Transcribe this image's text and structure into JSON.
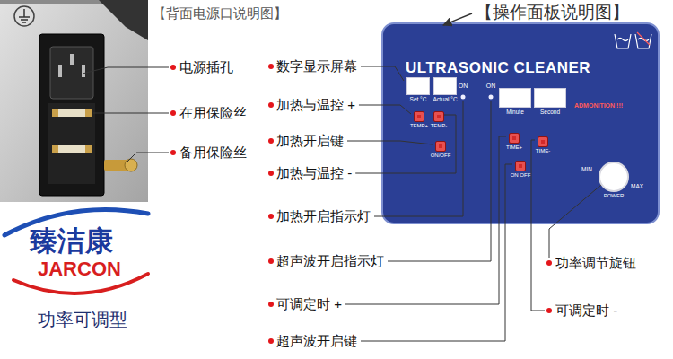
{
  "diagram": {
    "nodes": [
      {
        "text": [
          "ULTRASONIC CLEANER"
        ]
      },
      {
        "text": [
          "Set °C"
        ],
        "in": 0
      },
      {
        "text": [
          "Actual °C"
        ],
        "in": 0
      },
      {
        "text": [
          "Minute"
        ],
        "in": 0
      },
      {
        "text": [
          "Second"
        ],
        "in": 0
      },
      {
        "text": [
          "TEMP+"
        ],
        "in": 0
      },
      {
        "text": [
          "TEMP-"
        ],
        "in": 0
      },
      {
        "text": [
          "ON/OFF"
        ],
        "in": 0
      },
      {
        "text": [
          "TIME+"
        ],
        "in": 0
      },
      {
        "text": [
          "TIME-"
        ],
        "in": 0
      },
      {
        "text": [
          "ON OFF"
        ],
        "in": 0
      },
      {
        "text": [
          "POWER"
        ],
        "in": 0
      }
    ],
    "labels": [
      "【背面电源口说明图】",
      "【操作面板说明图】",
      "电源插孔",
      "在用保险丝",
      "备用保险丝",
      "数字显示屏幕",
      "加热与温控 +",
      "加热开启键",
      "加热与温控 -",
      "加热开启指示灯",
      "超声波开启指示灯",
      "可调定时 +",
      "超声波开启键",
      "功率调节旋钮",
      "可调定时 -",
      "ON",
      "ON",
      "MIN",
      "MAX",
      "ADMONITION !!!",
      "臻洁康",
      "JARCON",
      "功率可调型"
    ]
  }
}
